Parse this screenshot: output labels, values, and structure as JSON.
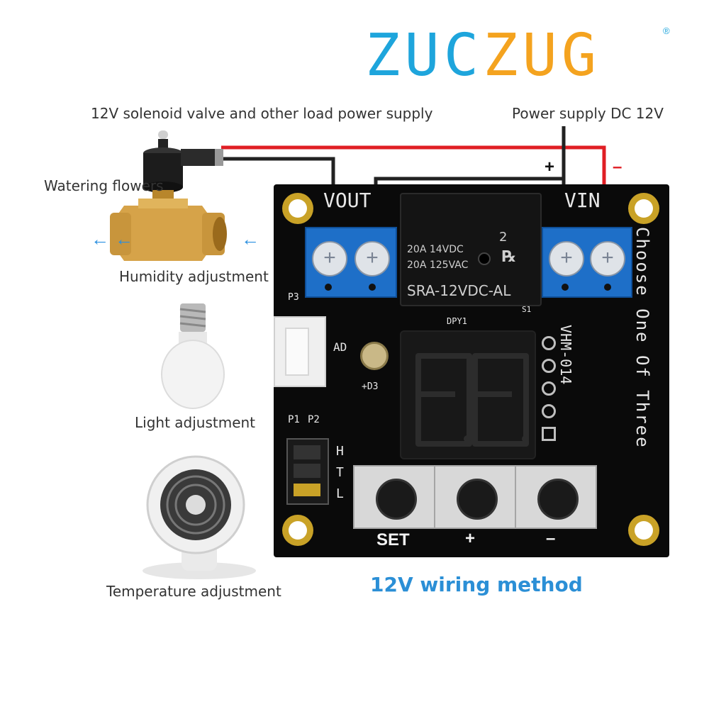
{
  "brand": {
    "part1": "ZUC",
    "part2": "ZUG",
    "registered": "®"
  },
  "labels": {
    "solenoid_supply": "12V solenoid valve and other load power supply",
    "power_supply": "Power supply DC 12V",
    "plus_sign": "+",
    "minus_sign": "–",
    "watering": "Watering flowers",
    "humidity": "Humidity adjustment",
    "light": "Light adjustment",
    "temperature": "Temperature adjustment",
    "caption": "12V wiring method"
  },
  "board": {
    "vout": "VOUT",
    "vin": "VIN",
    "relay_num": "2",
    "relay_rating1": "20A 14VDC",
    "relay_rating2": "20A 125VAC",
    "relay_model": "SRA-12VDC-AL",
    "p3": "P3",
    "s1": "S1",
    "dpy": "DPY1",
    "ad": "AD",
    "d3": "+D3",
    "model": "VHM-014",
    "choose": "Choose One Of Three",
    "p1": "P1",
    "p2": "P2",
    "h": "H",
    "t": "T",
    "l": "L",
    "buttons": [
      "SET",
      "+",
      "–"
    ]
  },
  "colors": {
    "brand_blue": "#1ea5dc",
    "brand_orange": "#f4a31f",
    "caption_blue": "#2b8fd6",
    "wire_red": "#e01e24",
    "wire_black": "#222222",
    "terminal_blue": "#1e6fc8"
  }
}
